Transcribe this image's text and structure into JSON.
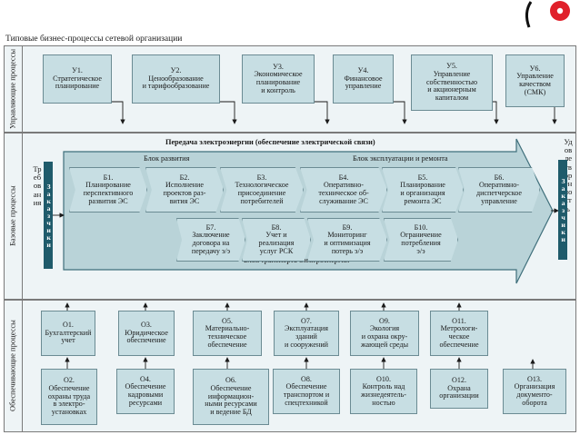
{
  "header_title": "Типовые бизнес-процессы сетевой организации",
  "row_labels": {
    "management": "Управляющие процессы",
    "base": "Базовые процессы",
    "support": "Обеспечивающие процессы"
  },
  "management": [
    {
      "code": "У1.",
      "text": "Стратегическое\nпланирование"
    },
    {
      "code": "У2.",
      "text": "Ценообразование\nи тарифообразование"
    },
    {
      "code": "У3.",
      "text": "Экономическое\nпланирование\nи контроль"
    },
    {
      "code": "У4.",
      "text": "Финансовое\nуправление"
    },
    {
      "code": "У5.",
      "text": "Управление\nсобственностью\nи акционерным\nкапиталом"
    },
    {
      "code": "У6.",
      "text": "Управление\nкачеством\n(СМК)"
    }
  ],
  "base": {
    "arrow_title": "Передача электроэнергии (обеспечение электрической связи)",
    "block_development": "Блок развития",
    "block_operation": "Блок эксплуатации и ремонта",
    "block_transport": "Блок транспорта электроэнергии",
    "left_vertical": "Требования",
    "right_vertical": "Удовлетворенность",
    "customer_left": "Заказчики",
    "customer_right": "Заказчики",
    "top_row": [
      {
        "code": "Б1.",
        "text": "Планирование\nперспективного\nразвития ЭС"
      },
      {
        "code": "Б2.",
        "text": "Исполнение\nпроектов раз-\nвития ЭС"
      },
      {
        "code": "Б3.",
        "text": "Технологическое\nприсоединение\nпотребителей"
      },
      {
        "code": "Б4.",
        "text": "Оперативно-\nтехническое об-\nслуживание ЭС"
      },
      {
        "code": "Б5.",
        "text": "Планирование\nи организация\nремонта ЭС"
      },
      {
        "code": "Б6.",
        "text": "Оперативно-\nдиспетчерское\nуправление"
      }
    ],
    "bottom_row": [
      {
        "code": "Б7.",
        "text": "Заключение\nдоговора на\nпередачу э/э"
      },
      {
        "code": "Б8.",
        "text": "Учет и\nреализация\nуслуг РСК"
      },
      {
        "code": "Б9.",
        "text": "Мониторинг\nи оптимизация\nпотерь э/э"
      },
      {
        "code": "Б10.",
        "text": "Ограничение\nпотребления\nэ/э"
      }
    ]
  },
  "support_top": [
    {
      "code": "О1.",
      "text": "Бухгалтерский\nучет"
    },
    {
      "code": "О3.",
      "text": "Юридическое\nобеспечение"
    },
    {
      "code": "О5.",
      "text": "Материально-\nтехническое\nобеспечение"
    },
    {
      "code": "О7.",
      "text": "Эксплуатация\nзданий\nи сооружений"
    },
    {
      "code": "О9.",
      "text": "Экология\nи охрана окру-\nжающей среды"
    },
    {
      "code": "О11.",
      "text": "Метрологи-\nческое\nобеспечение"
    }
  ],
  "support_bottom": [
    {
      "code": "О2.",
      "text": "Обеспечение\nохраны труда\nв электро-\nустановках"
    },
    {
      "code": "О4.",
      "text": "Обеспечение\nкадровыми\nресурсами"
    },
    {
      "code": "О6.",
      "text": "Обеспечение\nинформацион-\nными ресурсами\nи ведение БД"
    },
    {
      "code": "О8.",
      "text": "Обеспечение\nтранспортом и\nспецтехникой"
    },
    {
      "code": "О10.",
      "text": "Контроль над\nжизнедеятель-\nностью"
    },
    {
      "code": "О12.",
      "text": "Охрана\nорганизации"
    },
    {
      "code": "О13.",
      "text": "Организация\nдокументо-\nоборота"
    }
  ],
  "colors": {
    "box_fill": "#c7dee3",
    "arrow_fill": "#b9d3d8",
    "dark_bar": "#1f5b6b",
    "panel_bg": "#eef4f6",
    "logo_red": "#e0202a"
  },
  "logo_icon": "red-circle-dot-icon"
}
